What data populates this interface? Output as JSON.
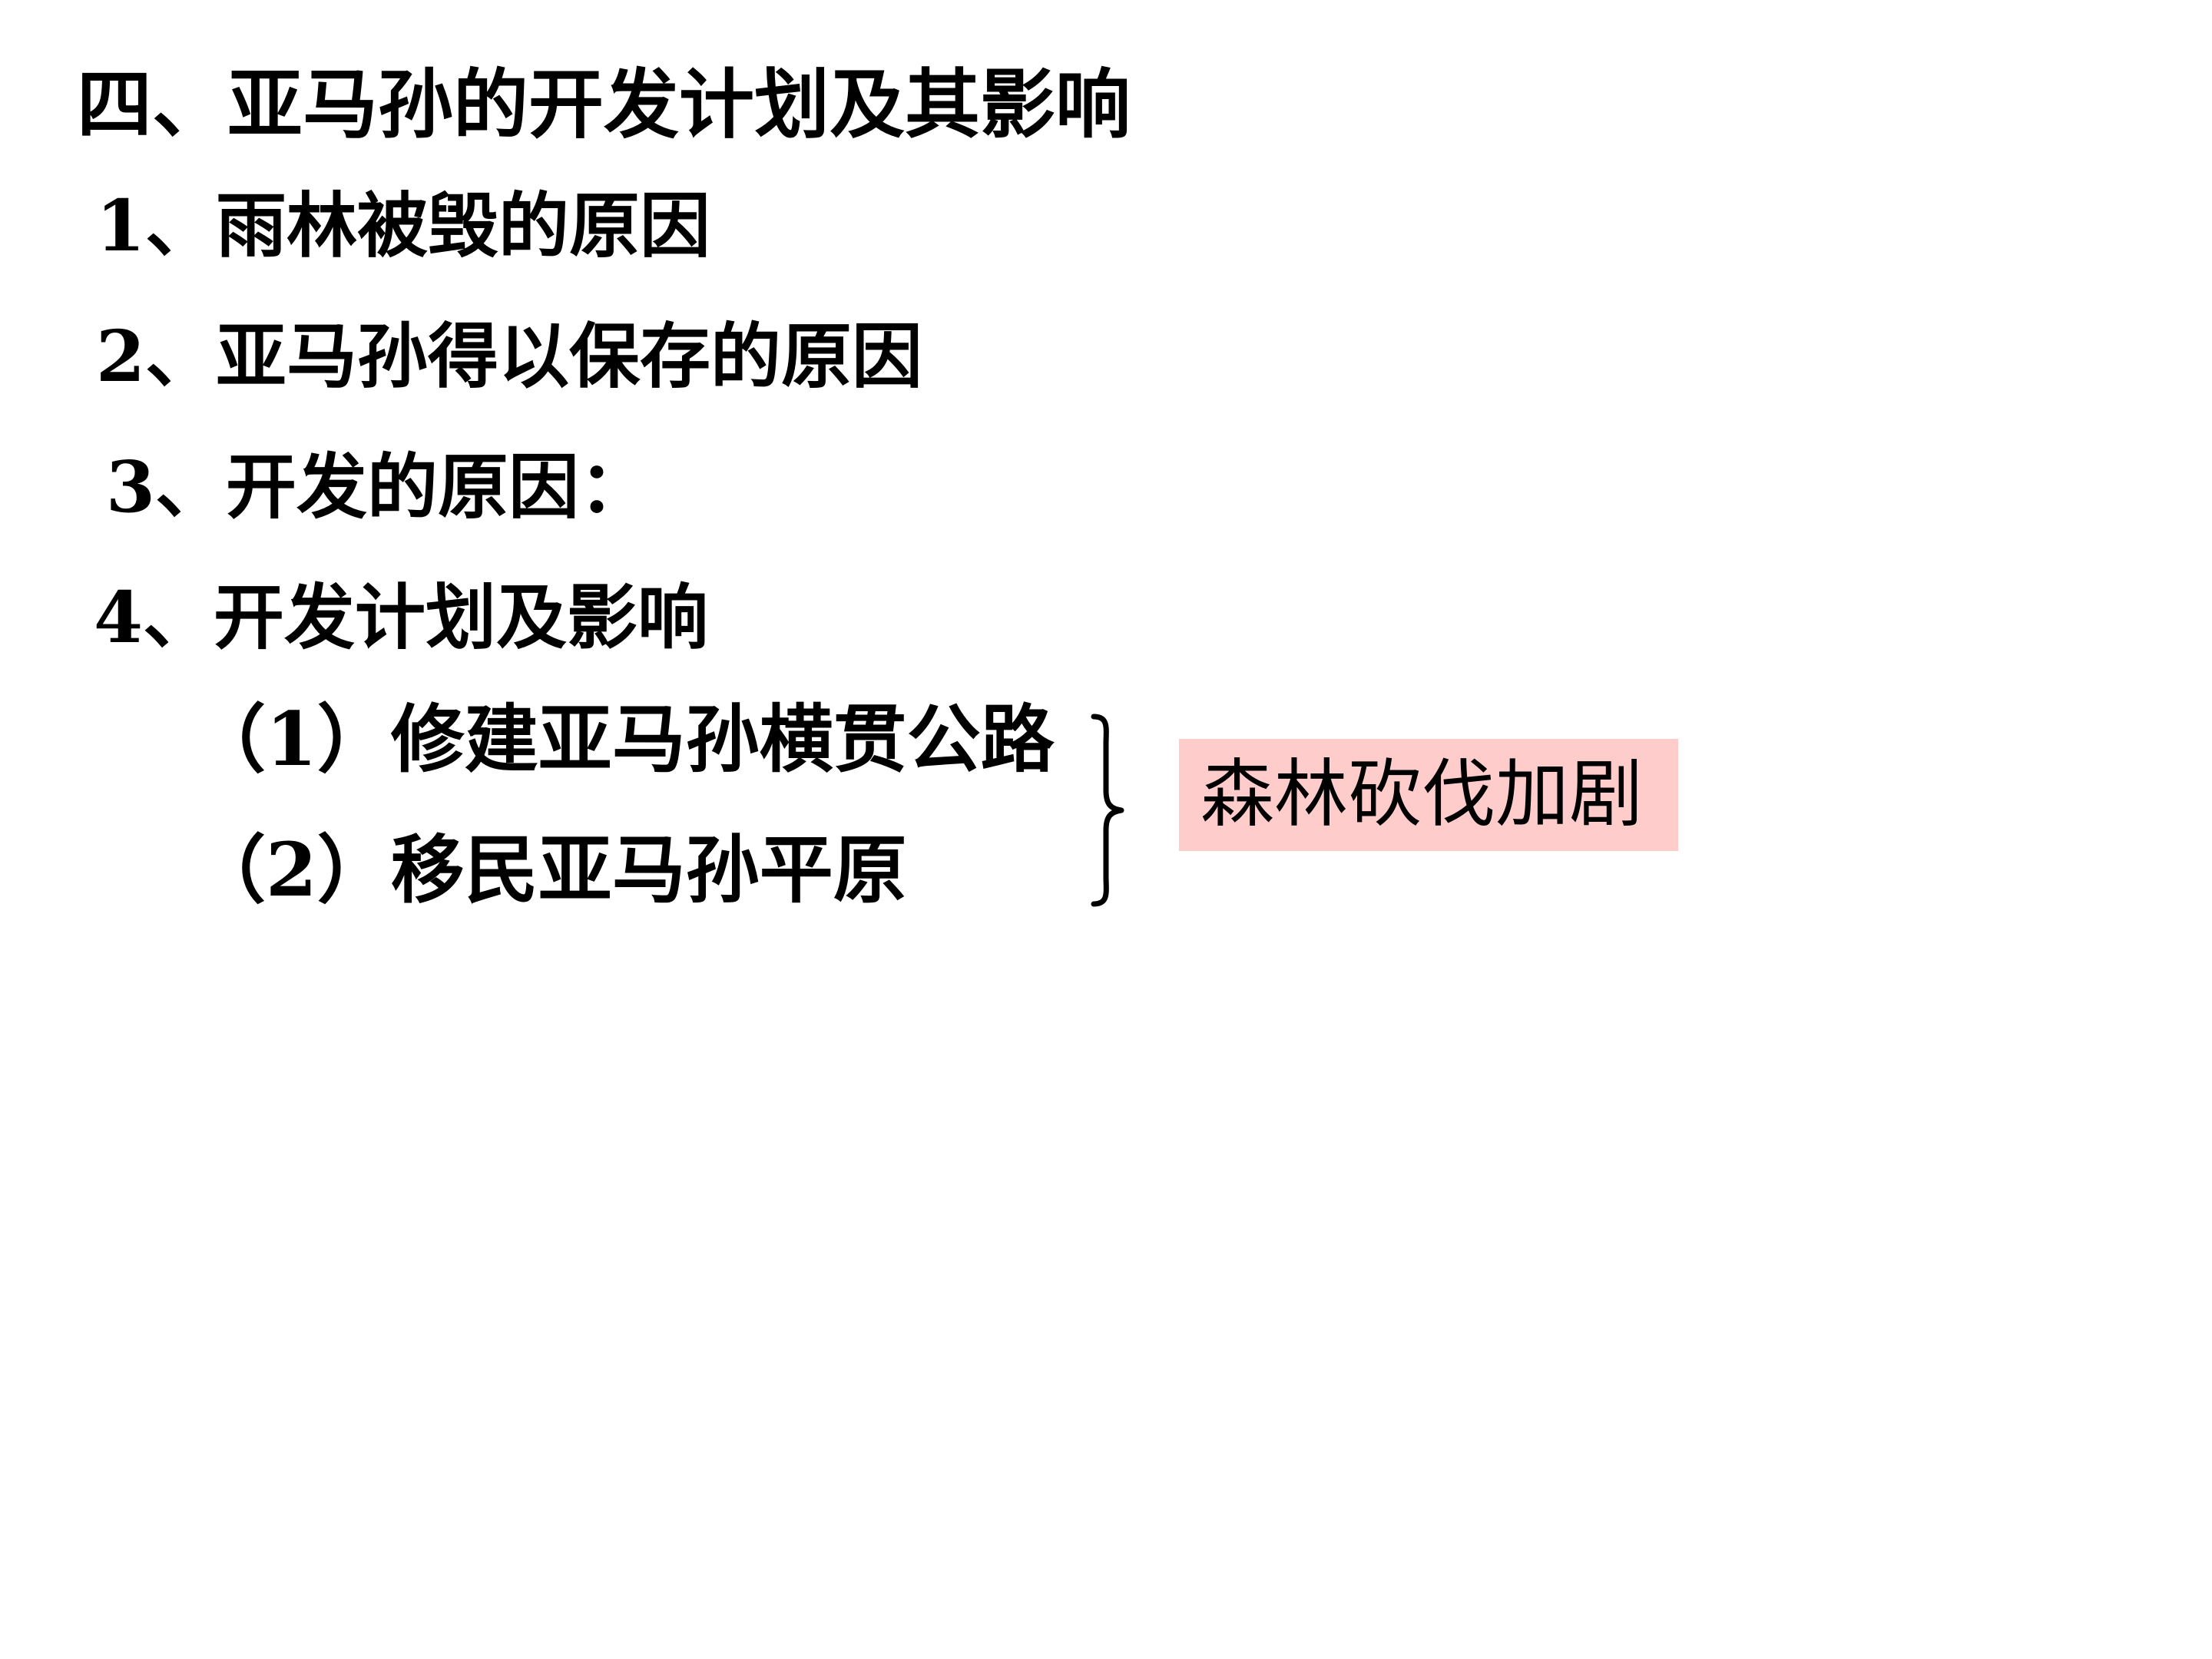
{
  "slide": {
    "title": "四、亚马孙的开发计划及其影响",
    "items": [
      "1、雨林被毁的原因",
      "2、亚马孙得以保存的原因",
      "3、开发的原因：",
      "4、开发计划及影响"
    ],
    "subitems": [
      "（1）修建亚马孙横贯公路",
      "（2）移民亚马孙平原"
    ],
    "result": "森林砍伐加剧",
    "colors": {
      "highlight_background": "#ffcccc",
      "text": "#000000",
      "background": "#ffffff"
    }
  }
}
